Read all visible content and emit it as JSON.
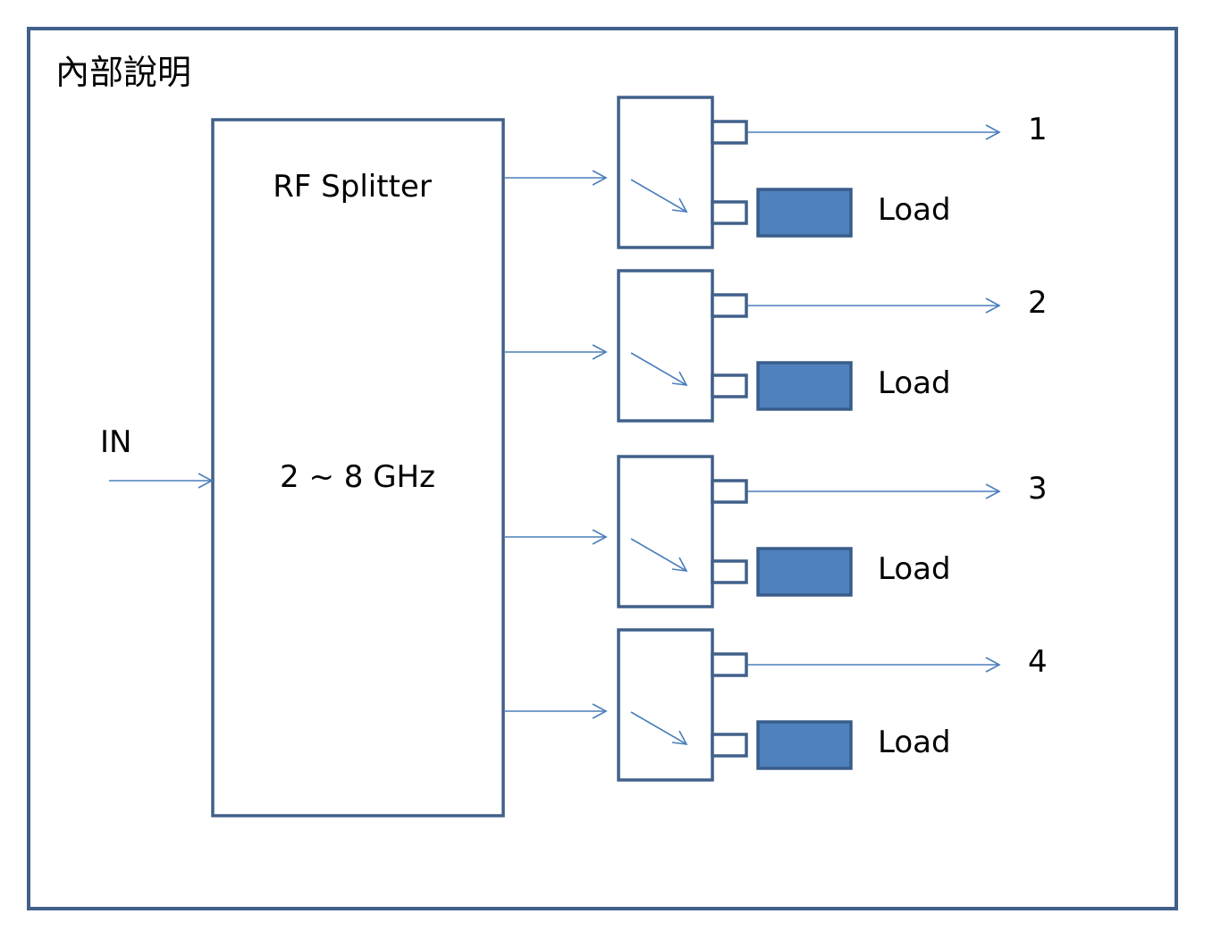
{
  "diagram": {
    "title": "內部說明",
    "input_label": "IN",
    "splitter": {
      "name": "RF Splitter",
      "frequency": "2 ~ 8 GHz"
    },
    "channels": [
      {
        "output_label": "1",
        "load_label": "Load"
      },
      {
        "output_label": "2",
        "load_label": "Load"
      },
      {
        "output_label": "3",
        "load_label": "Load"
      },
      {
        "output_label": "4",
        "load_label": "Load"
      }
    ],
    "colors": {
      "border": "#41608a",
      "arrow": "#4a7ebb",
      "load_fill": "#4f81bd",
      "load_stroke": "#385d8a"
    }
  }
}
